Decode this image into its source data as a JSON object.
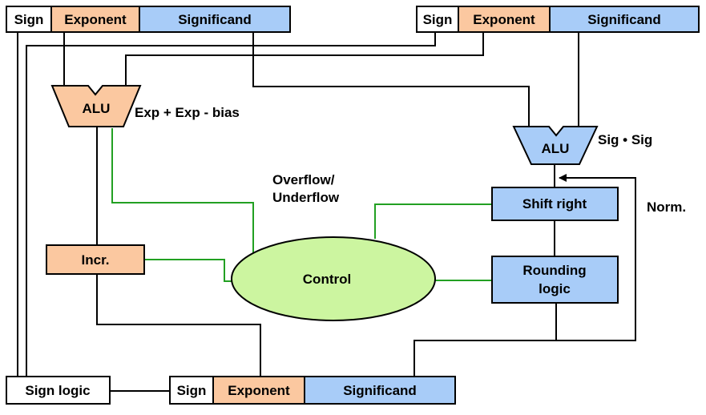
{
  "colors": {
    "exponent": "#FBC8A0",
    "significand": "#A8CCF8",
    "control": "#CCF5A0",
    "green_wire": "#22A022",
    "wire": "#000000"
  },
  "operand_a": {
    "sign": "Sign",
    "exponent": "Exponent",
    "significand": "Significand"
  },
  "operand_b": {
    "sign": "Sign",
    "exponent": "Exponent",
    "significand": "Significand"
  },
  "result": {
    "sign": "Sign",
    "exponent": "Exponent",
    "significand": "Significand"
  },
  "exp_alu": {
    "label": "ALU",
    "annotation": "Exp + Exp - bias"
  },
  "sig_alu": {
    "label": "ALU",
    "annotation": "Sig • Sig"
  },
  "overflow": {
    "line1": "Overflow/",
    "line2": "Underflow"
  },
  "incr": "Incr.",
  "control": "Control",
  "shift_right": "Shift right",
  "rounding": {
    "line1": "Rounding",
    "line2": "logic"
  },
  "norm": "Norm.",
  "sign_logic": "Sign logic"
}
